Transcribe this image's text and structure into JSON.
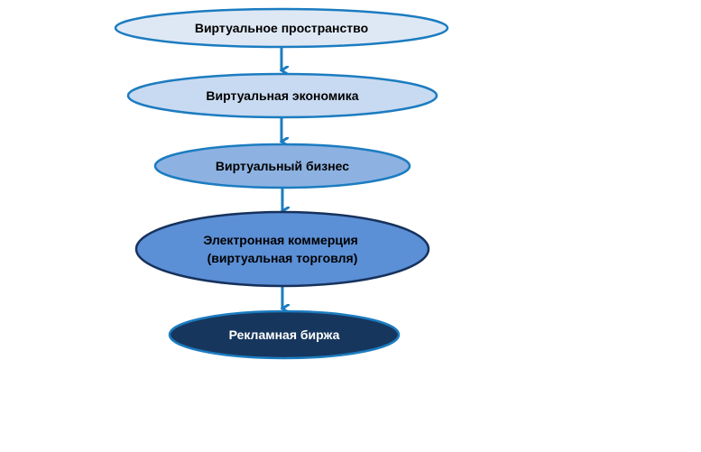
{
  "diagram": {
    "nodes": [
      {
        "label_lines": [
          "Виртуальное пространство"
        ],
        "fill": "#dee8f5",
        "stroke": "#1c7cc0",
        "text_color": "#000000"
      },
      {
        "label_lines": [
          "Виртуальная экономика"
        ],
        "fill": "#c8daf1",
        "stroke": "#1c7cc0",
        "text_color": "#000000"
      },
      {
        "label_lines": [
          "Виртуальный бизнес"
        ],
        "fill": "#8db2e2",
        "stroke": "#1c7cc0",
        "text_color": "#000000"
      },
      {
        "label_lines": [
          "Электронная коммерция",
          "(виртуальная торговля)"
        ],
        "fill": "#5b8fd6",
        "stroke": "#16325c",
        "text_color": "#000000"
      },
      {
        "label_lines": [
          "Рекламная биржа"
        ],
        "fill": "#17365d",
        "stroke": "#1c7cc0",
        "text_color": "#ffffff"
      }
    ],
    "arrow_color": "#1c7cc0"
  }
}
